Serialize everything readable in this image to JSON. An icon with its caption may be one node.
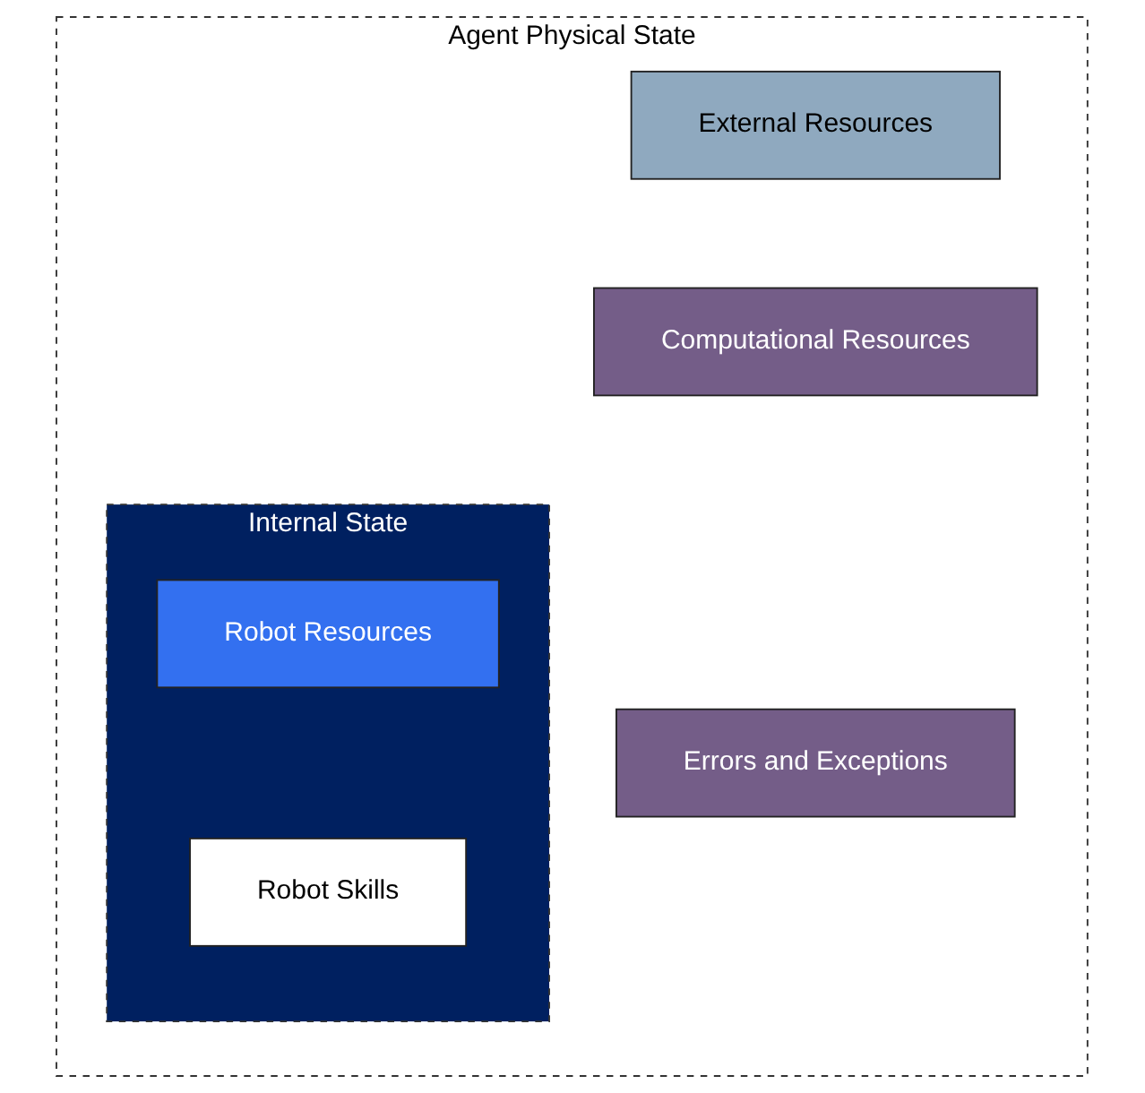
{
  "diagram": {
    "nodes": [
      {
        "text": [
          "Agent Physical State"
        ]
      },
      {
        "text": [
          "Internal State"
        ],
        "in": 0
      },
      {
        "text": [
          "Robot Resources"
        ],
        "in": 1
      },
      {
        "text": [
          "Robot Skills"
        ],
        "in": 1
      },
      {
        "text": [
          "External Resources"
        ],
        "in": 0
      },
      {
        "text": [
          "Computational Resources"
        ],
        "in": 0
      },
      {
        "text": [
          "Errors and Exceptions"
        ],
        "in": 0
      }
    ]
  }
}
